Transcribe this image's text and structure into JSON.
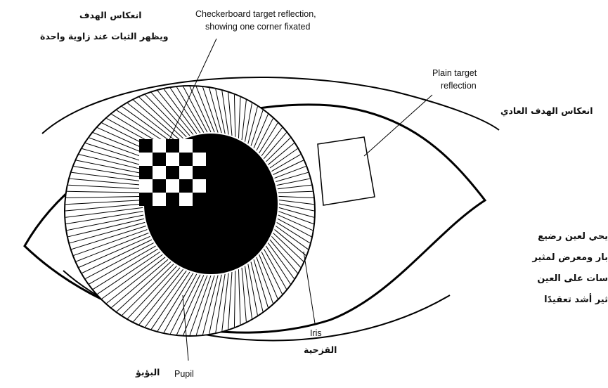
{
  "labels": {
    "arabic_top_1": "انعكاس الهدف",
    "arabic_top_2": "ويظهر الثبات عند زاوية واحدة",
    "checker_en_1": "Checkerboard target reflection,",
    "checker_en_2": "showing one corner fixated",
    "plain_en_1": "Plain target",
    "plain_en_2": "reflection",
    "plain_ar": "انعكاس الهدف العادي",
    "pupil_en": "Pupil",
    "pupil_ar": "البؤبؤ",
    "iris_en": "Iris",
    "iris_ar": "القزحية"
  },
  "caption_fragments": [
    "يحي لعين رضيع",
    "بار ومعرض لمثير",
    "سات على العين",
    "ثير أشد تعقيدًا"
  ],
  "colors": {
    "ink": "#000000",
    "paper": "#ffffff"
  }
}
